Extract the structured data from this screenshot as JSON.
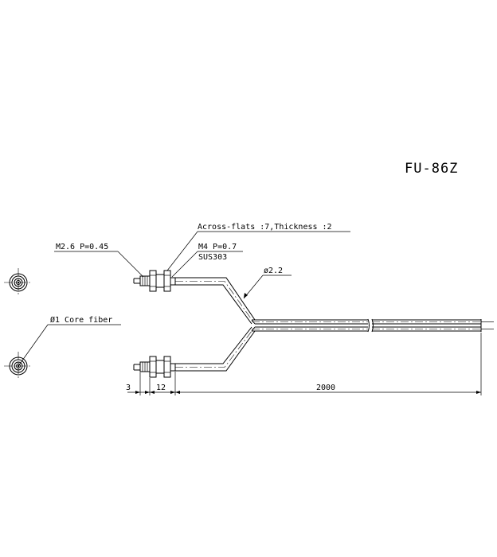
{
  "model_number": "FU-86Z",
  "labels": {
    "across_flats": "Across-flats :7,Thickness :2",
    "thread_small": "M2.6  P=0.45",
    "thread_large": "M4  P=0.7",
    "material": "SUS303",
    "cable_diameter": "ø2.2",
    "core_fiber": "Ø1 Core fiber"
  },
  "dimensions": {
    "tip_length": "3",
    "head_length": "12",
    "cable_length": "2000"
  }
}
